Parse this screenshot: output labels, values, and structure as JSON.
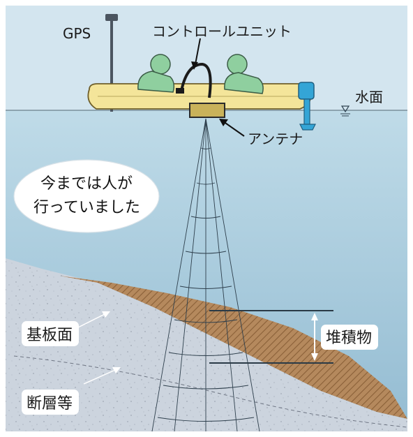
{
  "labels": {
    "gps": "GPS",
    "control_unit": "コントロールユニット",
    "water_surface": "水面",
    "antenna": "アンテナ",
    "bubble_line1": "今までは人が",
    "bubble_line2": "行っていました",
    "basement": "基板面",
    "sediment": "堆積物",
    "fault": "断層等"
  },
  "colors": {
    "sky": "#cfe3ee",
    "water_top": "#bfdbe8",
    "water_bottom": "#8fb9d0",
    "seabed": "#ccd4de",
    "sediment": "#b5895d",
    "boat": "#f4e59a",
    "people": "#8fcf9f",
    "motor": "#34a5d6"
  },
  "icons": {
    "gps_antenna": "gps-antenna-icon",
    "surface_marker": "water-surface-triangle-icon",
    "motor": "outboard-motor-icon"
  }
}
